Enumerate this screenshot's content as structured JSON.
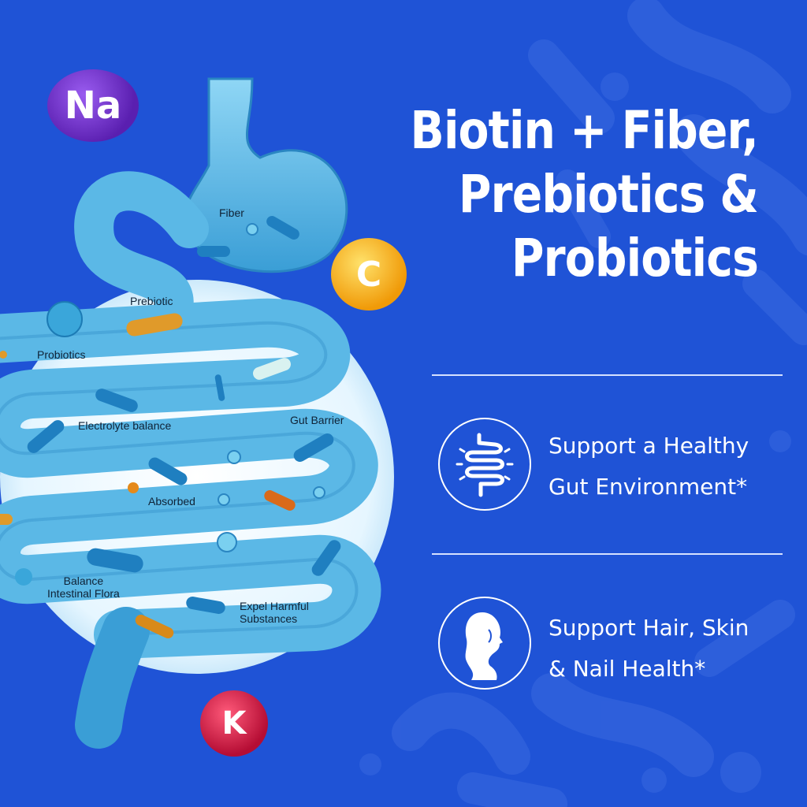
{
  "headline": {
    "line1": "Biotin + Fiber,",
    "line2": "Prebiotics &",
    "line3": "Probiotics"
  },
  "benefits": [
    {
      "icon": "intestine-icon",
      "line1": "Support a Healthy",
      "line2": "Gut Environment*"
    },
    {
      "icon": "woman-profile-icon",
      "line1": "Support Hair, Skin",
      "line2": "& Nail Health*"
    }
  ],
  "gut_labels": {
    "fiber": "Fiber",
    "prebiotic": "Prebiotic",
    "probiotics": "Probiotics",
    "electrolyte": "Electrolyte balance",
    "gut_barrier": "Gut Barrier",
    "absorbed": "Absorbed",
    "balance_line1": "Balance",
    "balance_line2": "Intestinal Flora",
    "expel_line1": "Expel Harmful",
    "expel_line2": "Substances"
  },
  "minerals": {
    "na": "Na",
    "c": "C",
    "k": "K"
  },
  "colors": {
    "background": "#1f53d6",
    "na_badge": "#6a2bc4",
    "c_badge": "#f2a40f",
    "k_badge": "#c2113b",
    "intestine": "#5bb8e6"
  }
}
